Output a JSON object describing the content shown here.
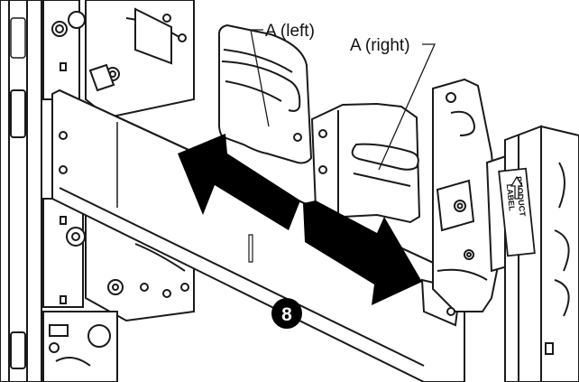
{
  "callouts": {
    "left_label": "A (left)",
    "right_label": "A (right)",
    "step_number": "8"
  },
  "product_label": {
    "line1": "PRODUCT",
    "line2": "LABEL"
  },
  "colors": {
    "line": "#1a1a1a",
    "arrow": "#000000",
    "badge": "#000000",
    "paper": "#ffffff"
  },
  "icons": [
    "double-headed-arrow-icon",
    "up-arrow-icon"
  ]
}
